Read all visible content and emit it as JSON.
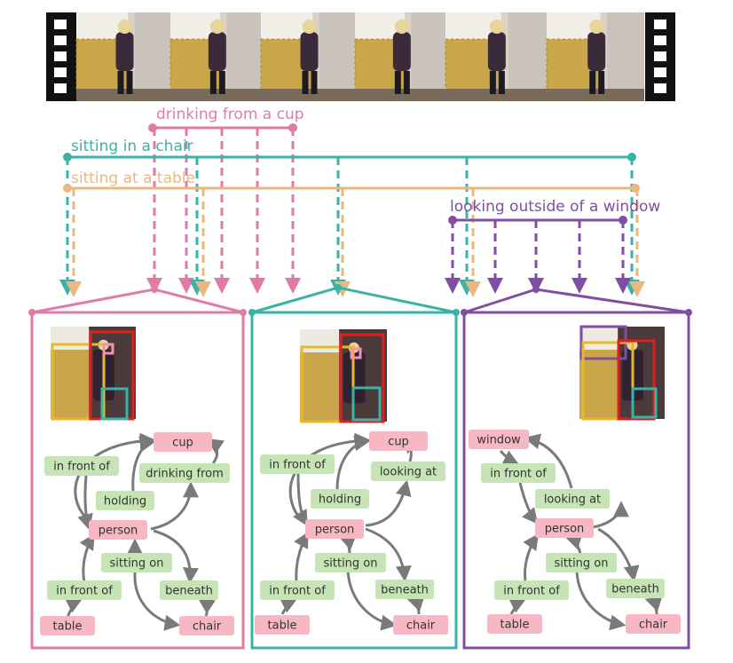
{
  "colors": {
    "drinking": "#e07ba8",
    "sitting_chair": "#3ab3a6",
    "sitting_table": "#eab87e",
    "looking": "#7f4fa3",
    "object_node": "#f7b8c4",
    "relation_node": "#c6e4b5",
    "edge": "#7a7a7a"
  },
  "actions": {
    "drinking": "drinking from a cup",
    "sitting_chair": "sitting in a chair",
    "sitting_table": "sitting at a table",
    "looking": "looking outside of a window"
  },
  "graphs": [
    {
      "id": "g1",
      "nodes": {
        "cup": "cup",
        "in_front_of_top": "in front of",
        "drinking_from": "drinking from",
        "holding": "holding",
        "person": "person",
        "sitting_on": "sitting on",
        "in_front_of_bottom": "in front of",
        "beneath": "beneath",
        "table": "table",
        "chair": "chair"
      }
    },
    {
      "id": "g2",
      "nodes": {
        "cup": "cup",
        "in_front_of_top": "in front of",
        "looking_at": "looking at",
        "holding": "holding",
        "person": "person",
        "sitting_on": "sitting on",
        "in_front_of_bottom": "in front of",
        "beneath": "beneath",
        "table": "table",
        "chair": "chair"
      }
    },
    {
      "id": "g3",
      "nodes": {
        "window": "window",
        "in_front_of_top": "in front of",
        "looking_at": "looking at",
        "person": "person",
        "sitting_on": "sitting on",
        "in_front_of_bottom": "in front of",
        "beneath": "beneath",
        "table": "table",
        "chair": "chair"
      }
    }
  ]
}
